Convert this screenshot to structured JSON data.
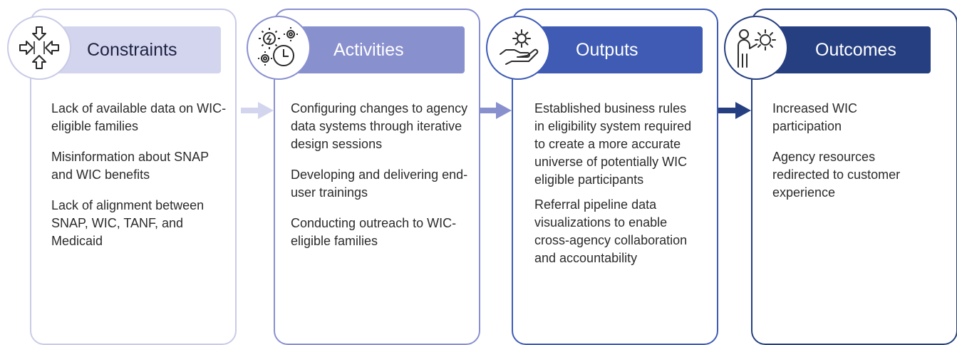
{
  "columns": [
    {
      "title": "Constraints",
      "icon": "arrows-inward-icon",
      "items": [
        "Lack of available data on WIC-eligible families",
        "Misinformation about SNAP and WIC benefits",
        "Lack of alignment between SNAP, WIC, TANF, and Medicaid"
      ]
    },
    {
      "title": "Activities",
      "icon": "gears-clock-icon",
      "items": [
        "Configuring changes to agency data systems through iterative design sessions",
        "Developing and delivering end-user trainings",
        "Conducting outreach to WIC-eligible families"
      ]
    },
    {
      "title": "Outputs",
      "icon": "hand-gear-icon",
      "items": [
        "Established business rules in eligibility system required to create a more accurate universe of potentially WIC eligible participants",
        "Referral pipeline data visualizations to enable cross-agency collaboration and accountability"
      ]
    },
    {
      "title": "Outcomes",
      "icon": "person-gear-icon",
      "items": [
        "Increased WIC participation",
        "Agency resources redirected to customer experience"
      ]
    }
  ],
  "colors": {
    "constraints": "#d3d5ee",
    "activities": "#8990ce",
    "outputs": "#3f5bb3",
    "outcomes": "#263f80"
  }
}
